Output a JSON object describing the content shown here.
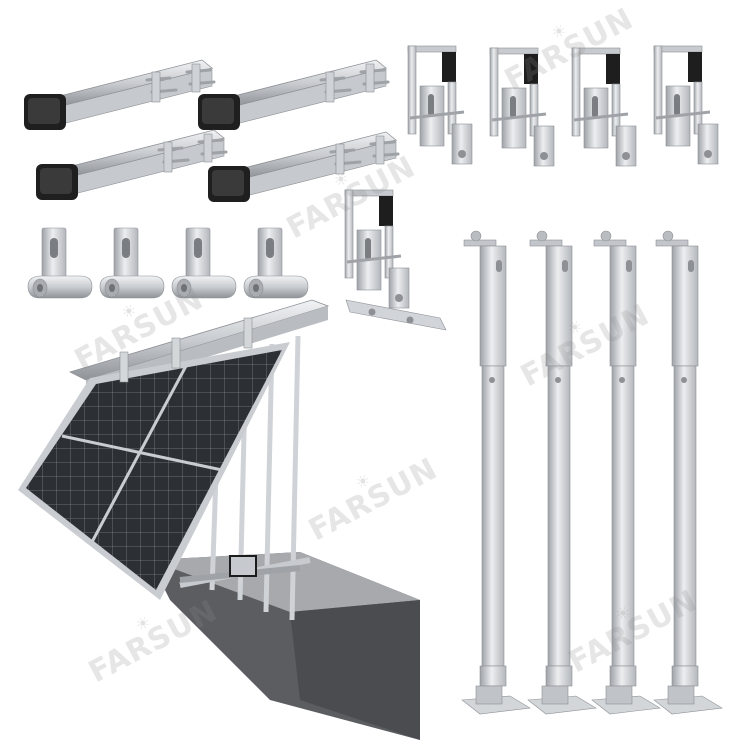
{
  "image": {
    "background": "#ffffff",
    "colors": {
      "aluminum_light": "#e6e7e9",
      "aluminum_mid": "#c3c6ca",
      "aluminum_dark": "#8d9095",
      "cap_black": "#1c1c1c",
      "panel_cell": "#2f3237",
      "panel_grid": "#8a8f96",
      "panel_frame": "#c9ccd0",
      "concrete": "#5a5c60",
      "concrete_top": "#a3a5a8",
      "watermark": "#b4b4b4"
    },
    "watermark_text": "FARSUN",
    "objects": [
      "rail-connector-set",
      "panel-hook-set",
      "single-panel-hook-bracket",
      "l-foot-bracket-set",
      "telescopic-leg-set",
      "balcony-solar-panel-scene"
    ]
  }
}
